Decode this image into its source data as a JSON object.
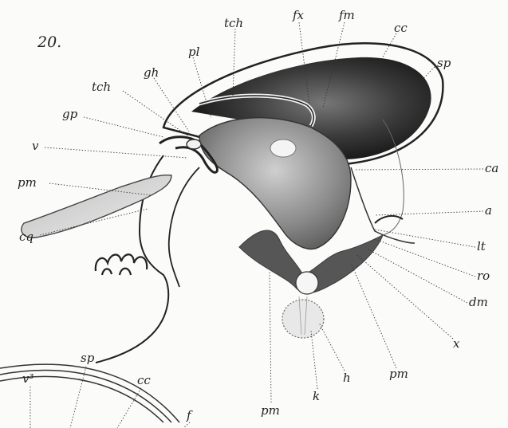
{
  "figure_number": "20.",
  "labels": {
    "tch_top": "tch",
    "fx": "fx",
    "fm": "fm",
    "cc_top": "cc",
    "sp_top": "sp",
    "pl": "pl",
    "gh": "gh",
    "tch_left": "tch",
    "gp": "gp",
    "v": "v",
    "pm_left": "pm",
    "cq": "cq",
    "ca": "ca",
    "a": "a",
    "lt": "lt",
    "ro": "ro",
    "dm": "dm",
    "x": "x",
    "pm_right": "pm",
    "h": "h",
    "k": "k",
    "pm_bottom": "pm",
    "v3": "v³",
    "sp_bottom": "sp",
    "cc_bottom": "cc",
    "f": "f"
  }
}
